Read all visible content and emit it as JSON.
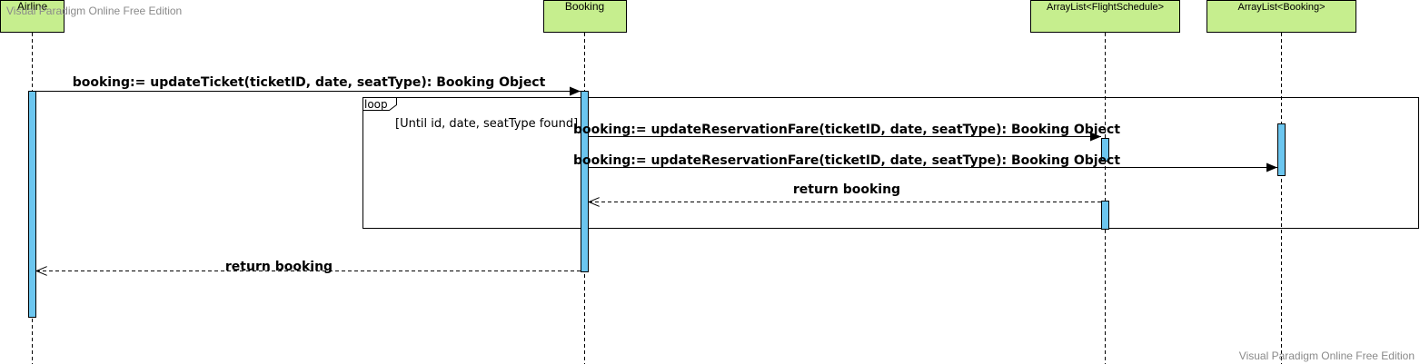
{
  "watermark": {
    "top": "Visual Paradigm Online Free Edition",
    "bottom": "Visual Paradigm Online Free Edition"
  },
  "lifelines": [
    {
      "id": "airline",
      "label": "Airline"
    },
    {
      "id": "booking",
      "label": "Booking"
    },
    {
      "id": "flight_schedule_list",
      "label": "ArrayList<FlightSchedule>"
    },
    {
      "id": "booking_list",
      "label": "ArrayList<Booking>"
    }
  ],
  "loop": {
    "label": "loop",
    "guard": "[Until id, date, seatType found]"
  },
  "messages": [
    {
      "label": "booking:= updateTicket(ticketID, date, seatType): Booking Object",
      "kind": "sync"
    },
    {
      "label": "booking:= updateReservationFare(ticketID, date, seatType): Booking Object",
      "kind": "sync"
    },
    {
      "label": "booking:= updateReservationFare(ticketID, date, seatType): Booking Object",
      "kind": "sync"
    },
    {
      "label": "return booking",
      "kind": "return"
    },
    {
      "label": "return booking",
      "kind": "return"
    }
  ]
}
